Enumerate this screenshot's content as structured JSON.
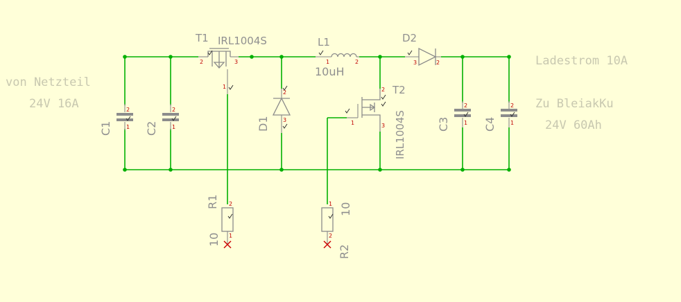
{
  "notes": {
    "source_line1": "von Netzteil",
    "source_line2": "24V 16A",
    "charge_current": "Ladestrom 10A",
    "target_line1": "Zu BleiakKu",
    "target_line2": "24V 60Ah"
  },
  "parts": {
    "t1": {
      "ref": "T1",
      "value": "IRL1004S"
    },
    "t2": {
      "ref": "T2",
      "value": "IRL1004S"
    },
    "l1": {
      "ref": "L1",
      "value": "10uH"
    },
    "d1": {
      "ref": "D1"
    },
    "d2": {
      "ref": "D2"
    },
    "c1": {
      "ref": "C1"
    },
    "c2": {
      "ref": "C2"
    },
    "c3": {
      "ref": "C3"
    },
    "c4": {
      "ref": "C4"
    },
    "r1": {
      "ref": "R1",
      "value": "10"
    },
    "r2": {
      "ref": "R2",
      "value": "10"
    }
  },
  "pins": {
    "one": "1",
    "two": "2",
    "three": "3"
  }
}
